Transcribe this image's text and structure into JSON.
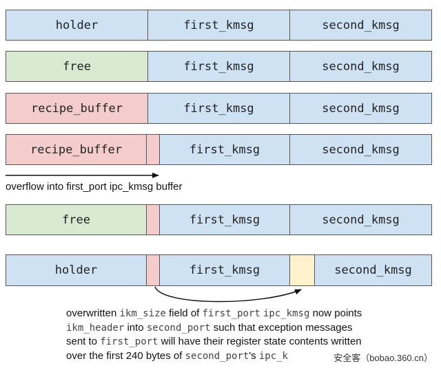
{
  "rows": [
    {
      "c1": "holder",
      "c2": "first_kmsg",
      "c3": "second_kmsg"
    },
    {
      "c1": "free",
      "c2": "first_kmsg",
      "c3": "second_kmsg"
    },
    {
      "c1": "recipe_buffer",
      "c2": "first_kmsg",
      "c3": "second_kmsg"
    },
    {
      "c1": "recipe_buffer",
      "c2": "first_kmsg",
      "c3": "second_kmsg"
    },
    {
      "c1": "free",
      "c2": "first_kmsg",
      "c3": "second_kmsg"
    },
    {
      "c1": "holder",
      "c2": "first_kmsg",
      "c3": "second_kmsg"
    }
  ],
  "overflow_caption": "overflow into first_port ipc_kmsg buffer",
  "desc": {
    "l1a": "overwritten ",
    "l1b": "ikm_size",
    "l1c": " field of ",
    "l1d": "first_port",
    "l1e": " ",
    "l1f": "ipc_kmsg",
    "l1g": " now points",
    "l2a": "ikm_header",
    "l2b": " into ",
    "l2c": "second_port",
    "l2d": " such that exception messages",
    "l3a": "sent to ",
    "l3b": "first_port",
    "l3c": " will have their register state contents written",
    "l4a": "over the first 240 bytes of ",
    "l4b": "second_port",
    "l4c": "'s ",
    "l4d": "ipc_k"
  },
  "watermark": "安全客（bobao.360.cn）"
}
